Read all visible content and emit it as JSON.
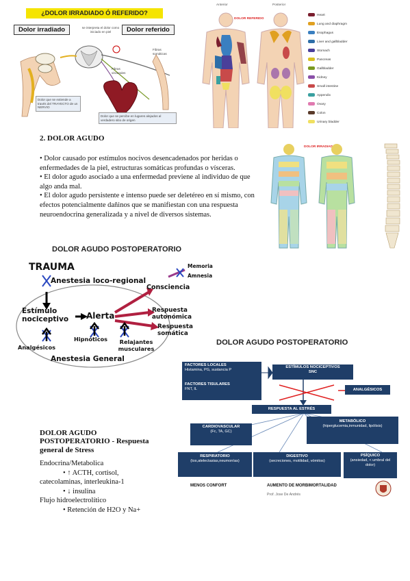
{
  "panel_irradiado": {
    "title": "¿DOLOR IRRADIADO Ó REFERIDO?",
    "label_left": "Dolor irradiado",
    "label_right": "Dolor  referido",
    "note_center": "se interpreta el dolor como iniciado en piel",
    "note_fibers": "Fibras somáticas",
    "note_visceral": "Fibras viscerales",
    "note_left": "Dolor que se extiende a través del TRAYECTO de un NERVIO",
    "note_right": "Dolor que se percibe en lugares alejados al verdadero sitio de origen"
  },
  "panel_referido": {
    "title": "DOLOR REFERIDO",
    "anterior": "Anterior",
    "posterior": "Posterior",
    "legend": [
      {
        "label": "Heart",
        "color": "#7a1e2e"
      },
      {
        "label": "Lung and diaphragm",
        "color": "#e0a020"
      },
      {
        "label": "Esophagus",
        "color": "#3a7fc0"
      },
      {
        "label": "Liver and gallbladder",
        "color": "#2d6ea8"
      },
      {
        "label": "Stomach",
        "color": "#4a3f9a"
      },
      {
        "label": "Pancreas",
        "color": "#d8c020"
      },
      {
        "label": "Gallbladder",
        "color": "#7a9a20"
      },
      {
        "label": "Kidney",
        "color": "#8a4fa8"
      },
      {
        "label": "Small intestine",
        "color": "#c84a4a"
      },
      {
        "label": "Appendix",
        "color": "#3aa0a0"
      },
      {
        "label": "Ovary",
        "color": "#e07ab0"
      },
      {
        "label": "Colon",
        "color": "#5a3a2a"
      },
      {
        "label": "Urinary bladder",
        "color": "#f0e060"
      }
    ]
  },
  "section_acute": {
    "heading": "2. DOLOR AGUDO",
    "bullets": [
      "• Dolor causado por estímulos nocivos desencadenados por heridas o enfermedades de la piel, estructuras somáticas profundas o vísceras.",
      "• El dolor agudo asociado a una enfermedad previene al individuo de que algo anda mal.",
      "• El dolor agudo persistente e intenso puede ser deletéreo en sí mismo, con efectos potencialmente dañinos que se manifiestan con una respuesta neuroendocrina generalizada y a nivel de diversos sistemas."
    ]
  },
  "panel_dermatomes": {
    "title": "DOLOR IRRADIADO"
  },
  "postop_left": {
    "title": "DOLOR AGUDO POSTOPERATORIO",
    "trauma": "TRAUMA",
    "anestesia_loco": "Anestesia loco-regional",
    "estimulo": "Estímulo nociceptivo",
    "alerta": "Alerta",
    "consciencia": "Consciencia",
    "memoria": "Memoria",
    "amnesia": "Amnesia",
    "resp_autonomica": "Respuesta autonómica",
    "resp_somatica": "Respuesta somática",
    "analgesicos": "Analgésicos",
    "hipnoticos": "Hipnóticos",
    "relajantes": "Relajantes musculares",
    "anestesia_general": "Anestesia General"
  },
  "postop_right": {
    "title": "DOLOR AGUDO POSTOPERATORIO",
    "factores_locales_title": "FACTORES LOCALES",
    "factores_locales_text": "Histamina, PG, sustancia  P",
    "factores_tisulares_title": "FACTORES TISULARES",
    "factores_tisulares_text": "FNT, IL",
    "estimulos_title": "ESTÍMULOS NOCICEPTIVOS",
    "estimulos_sub": "SNC",
    "analgesicos": "ANALGÉSICOS",
    "respuesta": "RESPUESTA AL ESTRÉS",
    "cardio_title": "CARDIOVASCULAR",
    "cardio_text": "(Fc,  TA, GC)",
    "meta_title": "METABÓLICO",
    "meta_text": "(hiperglucemia,inmunidad, lipólisis)",
    "resp_title": "RESPIRATORIO",
    "resp_text": "(tos,atelectasias,neumonías)",
    "dig_title": "DIGESTIVO",
    "dig_text": "(secreciones, motilidad, vómitos)",
    "psi_title": "PSÍQUICO",
    "psi_text": "(ansiedad, < umbral del dolor)",
    "menos_confort": "MENOS CONFORT",
    "aumento": "AUMENTO DE MORBIMORTALIDAD",
    "author": "Prof. Jose De Andrés"
  },
  "stress_section": {
    "heading_line1": "DOLOR AGUDO",
    "heading_line2": "POSTOPERATORIO - Respuesta",
    "heading_line3": "general de Stress",
    "line1": "Endocrina/Metabolica",
    "line2": "• ↑ ACTH, cortisol,",
    "line3": "catecolaminas, interleukina-1",
    "line4": "• ↓ insulina",
    "line5": "Flujo hidroelectrolítico",
    "line6": "• Retención de H2O y Na+"
  }
}
